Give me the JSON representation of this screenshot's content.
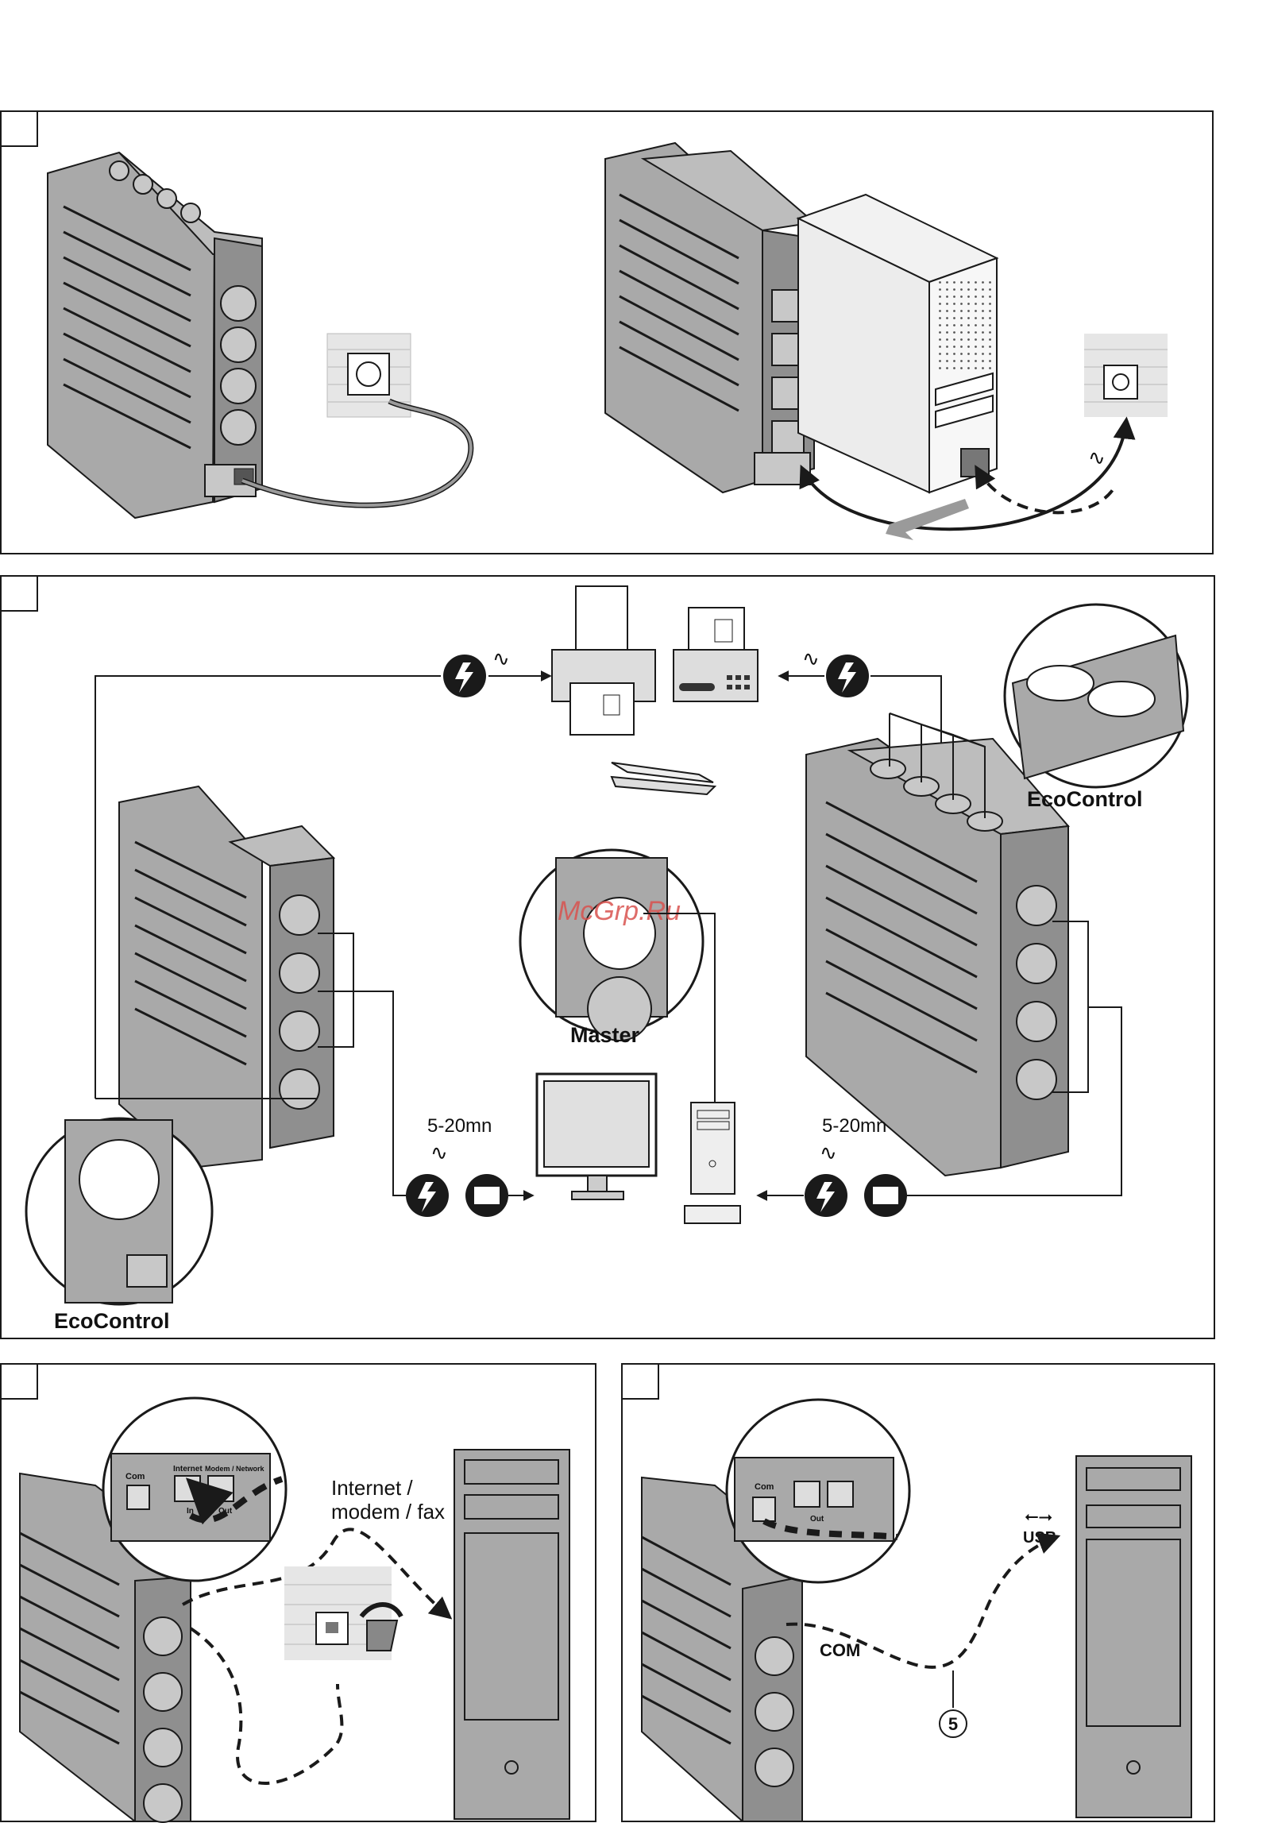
{
  "panel2": {
    "eco_right": "EcoControl",
    "eco_left": "EcoControl",
    "master": "Master",
    "time_left": "5-20mn",
    "time_right": "5-20mn",
    "watermark": "McGrp.Ru"
  },
  "panel3": {
    "line1": "Internet /",
    "line2": "modem / fax"
  },
  "panel4": {
    "usb": "USB",
    "com": "COM",
    "cable_number": "5"
  },
  "ports": {
    "com": "Com",
    "internet": "Internet",
    "modem": "Modem / Network",
    "in": "In",
    "out": "Out"
  },
  "colors": {
    "device_fill": "#a9a9a9",
    "device_dark": "#8c8c8c",
    "outline": "#1a1a1a",
    "surge_badge": "#1a1a1a"
  }
}
